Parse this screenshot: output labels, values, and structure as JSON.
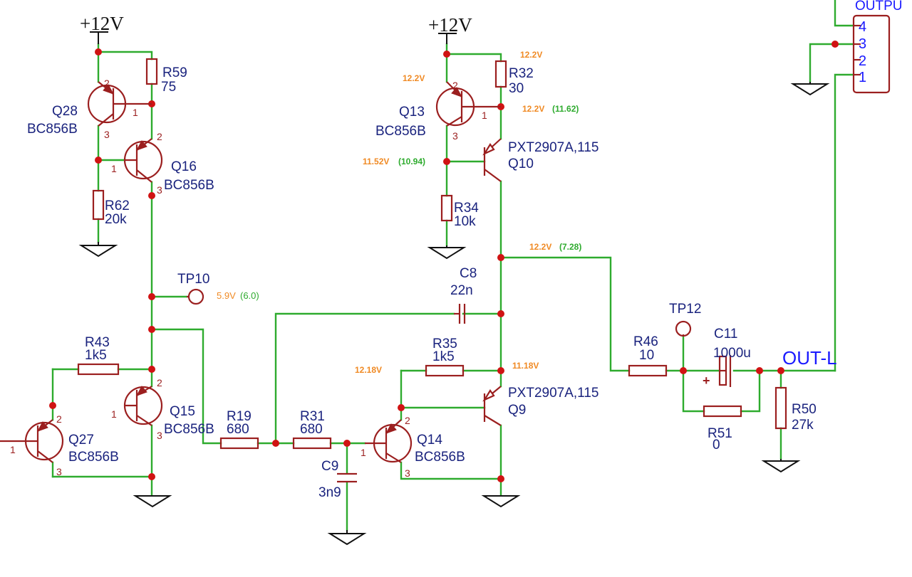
{
  "supplies": {
    "left": "+12V",
    "right": "+12V"
  },
  "components": {
    "r59": {
      "ref": "R59",
      "value": "75"
    },
    "q28": {
      "ref": "Q28",
      "value": "BC856B"
    },
    "q16": {
      "ref": "Q16",
      "value": "BC856B"
    },
    "r62": {
      "ref": "R62",
      "value": "20k"
    },
    "tp10": {
      "ref": "TP10"
    },
    "r43": {
      "ref": "R43",
      "value": "1k5"
    },
    "q15": {
      "ref": "Q15",
      "value": "BC856B"
    },
    "q27": {
      "ref": "Q27",
      "value": "BC856B"
    },
    "r19": {
      "ref": "R19",
      "value": "680"
    },
    "r31": {
      "ref": "R31",
      "value": "680"
    },
    "c9": {
      "ref": "C9",
      "value": "3n9"
    },
    "q14": {
      "ref": "Q14",
      "value": "BC856B"
    },
    "r35": {
      "ref": "R35",
      "value": "1k5"
    },
    "q9": {
      "ref": "Q9",
      "value": "PXT2907A,115"
    },
    "c8": {
      "ref": "C8",
      "value": "22n"
    },
    "r32": {
      "ref": "R32",
      "value": "30"
    },
    "q13": {
      "ref": "Q13",
      "value": "BC856B"
    },
    "q10": {
      "ref": "Q10",
      "value": "PXT2907A,115"
    },
    "r34": {
      "ref": "R34",
      "value": "10k"
    },
    "r46": {
      "ref": "R46",
      "value": "10"
    },
    "tp12": {
      "ref": "TP12"
    },
    "c11": {
      "ref": "C11",
      "value": "1000u"
    },
    "r51": {
      "ref": "R51",
      "value": "0"
    },
    "r50": {
      "ref": "R50",
      "value": "27k"
    },
    "connector": {
      "ref": "OUTPU",
      "pins": [
        "4",
        "3",
        "2",
        "1"
      ]
    }
  },
  "net_label": "OUT-L",
  "pins": {
    "p1": "1",
    "p2": "2",
    "p3": "3",
    "cap_plus": "+"
  },
  "voltages": {
    "r32_top": "12.2V",
    "q13_emitter": "12.2V",
    "r32_bottom": "12.2V",
    "r32_bottom_alt": "(11.62)",
    "q13_collector": "11.52V",
    "q13_collector_alt": "(10.94)",
    "q10_collector": "12.2V",
    "q10_collector_alt": "(7.28)",
    "tp10": "5.9V",
    "tp10_alt": "(6.0)",
    "r35_left": "12.18V",
    "r35_right": "11.18V"
  },
  "colors": {
    "wire": "#2eab2e",
    "part": "#9b1f1f",
    "junction": "#d01313",
    "ref_text": "#1a237e",
    "net_text": "#1a1aff",
    "measured": "#f08a24",
    "simulated": "#2eab2e"
  }
}
